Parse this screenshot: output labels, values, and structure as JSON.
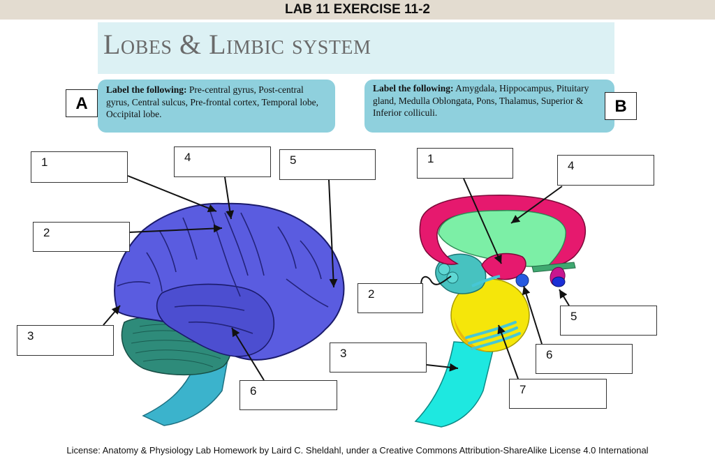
{
  "header": {
    "title": "LAB 11 EXERCISE 11-2"
  },
  "page_title": "Lobes & Limbic system",
  "panel_a": {
    "letter": "A",
    "instruction_lead": "Label the following:",
    "instruction_text": " Pre-central gyrus, Post-central gyrus, Central sulcus, Pre-frontal cortex, Temporal lobe, Occipital lobe.",
    "labels": [
      "1",
      "2",
      "3",
      "4",
      "5",
      "6"
    ]
  },
  "panel_b": {
    "letter": "B",
    "instruction_lead": "Label the following:",
    "instruction_text": " Amygdala, Hippocampus, Pituitary gland, Medulla Oblongata, Pons, Thalamus, Superior & Inferior colliculi.",
    "labels": [
      "1",
      "2",
      "3",
      "4",
      "5",
      "6",
      "7"
    ]
  },
  "license": "License: Anatomy & Physiology Lab Homework by Laird C. Sheldahl, under a Creative Commons Attribution-ShareAlike License 4.0 International",
  "colors": {
    "header_bg": "#e3dcd0",
    "title_bg": "#dcf1f4",
    "instruction_bg": "#8fd0dd",
    "cerebrum": "#5a5ce0",
    "cerebellum": "#2e8b7a",
    "brainstem": "#3bb3cc",
    "limbic_ring": "#e6196e",
    "thalamus_fill": "#7cefa6",
    "pons": "#f5e60a",
    "medulla": "#1ee8e0"
  }
}
